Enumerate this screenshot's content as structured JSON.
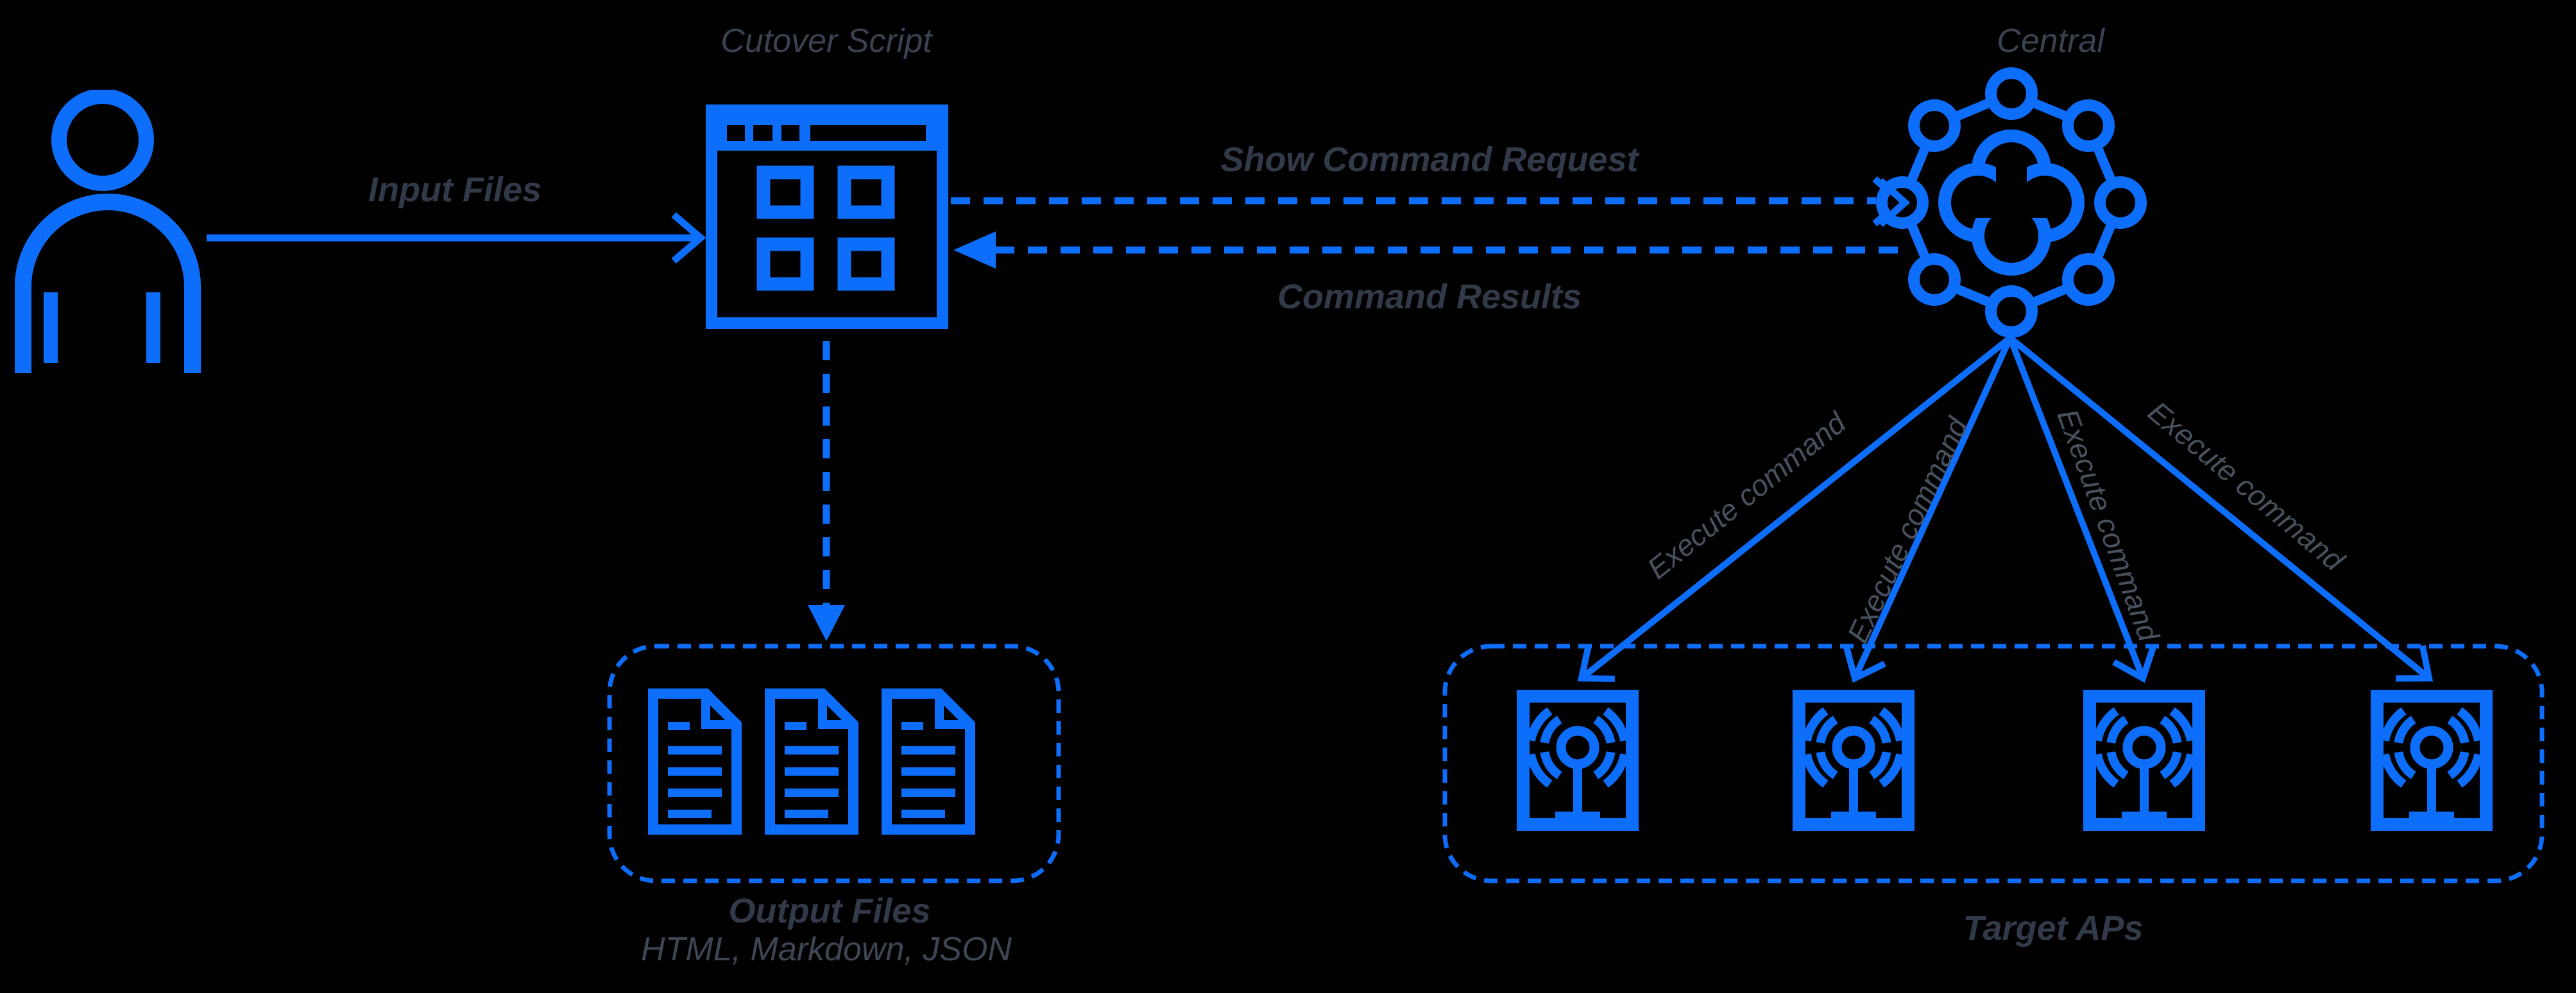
{
  "background": "#000000",
  "accent_blue": "#0d6efb",
  "text_colors": {
    "edge_label": "#323a49",
    "node_title": "#3a4251",
    "execute_label": "#49515f"
  },
  "nodes": {
    "user": {
      "icon": "user-icon"
    },
    "cutover_script": {
      "title": "Cutover Script",
      "icon": "app-window-icon"
    },
    "central": {
      "title": "Central",
      "icon": "central-cloud-cluster-icon"
    },
    "output_files": {
      "title": "Output Files",
      "subtitle": "HTML, Markdown, JSON",
      "icon": "document-icon",
      "document_count": 3
    },
    "target_aps": {
      "title": "Target APs",
      "icon": "access-point-icon",
      "ap_count": 4
    }
  },
  "edges": {
    "input_files": {
      "label": "Input Files",
      "style": "solid-arrow"
    },
    "show_command_request": {
      "label": "Show Command Request",
      "style": "dashed-arrow"
    },
    "command_results": {
      "label": "Command Results",
      "style": "dashed-arrow"
    },
    "script_to_output": {
      "style": "dashed-arrow"
    },
    "execute_commands": [
      {
        "label": "Execute command"
      },
      {
        "label": "Execute command"
      },
      {
        "label": "Execute command"
      },
      {
        "label": "Execute command"
      }
    ]
  }
}
